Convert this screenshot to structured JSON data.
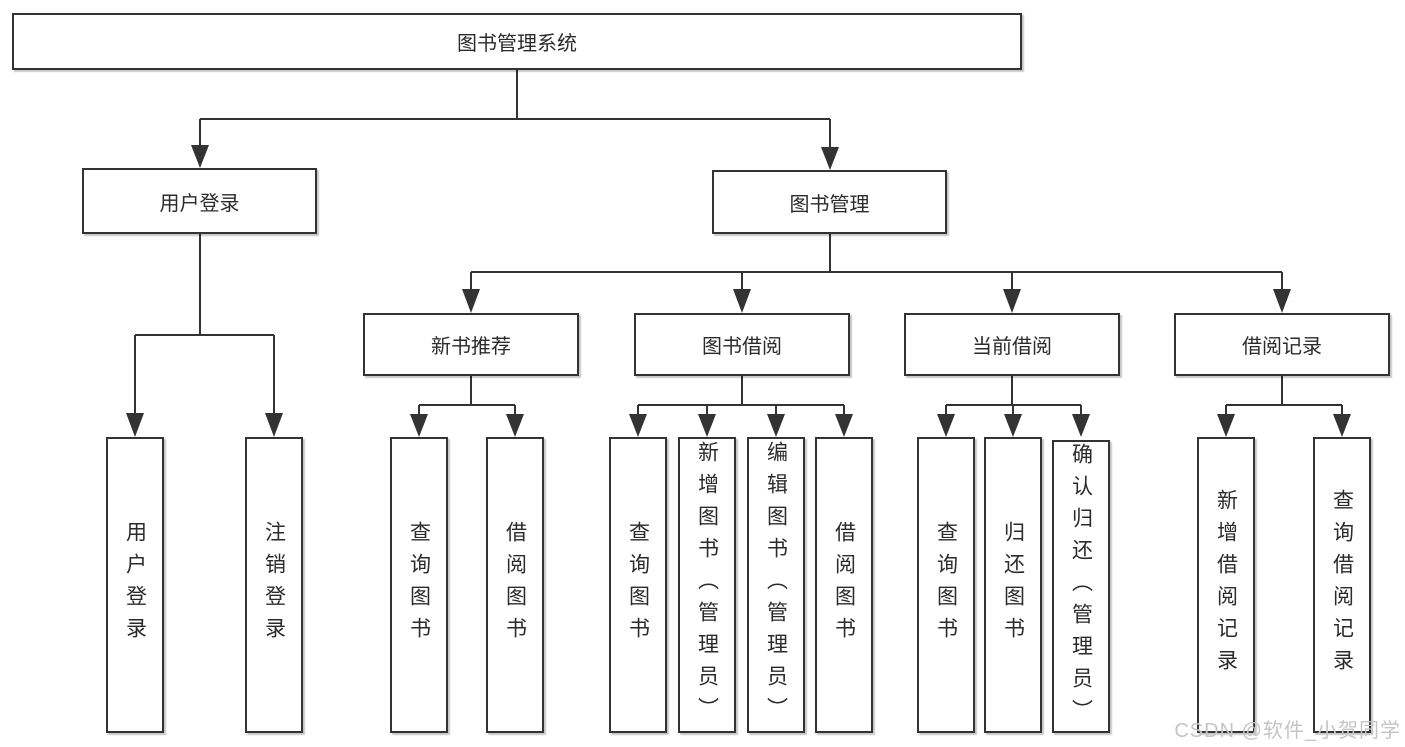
{
  "title": "图书管理系统",
  "watermark": "CSDN @软件_小贺同学",
  "colors": {
    "line": "#333333",
    "box_border": "#333333",
    "box_fill": "#ffffff",
    "text": "#2b2b2b",
    "watermark": "#c5c5c5",
    "background": "#ffffff"
  },
  "tree": {
    "label": "图书管理系统",
    "children": [
      {
        "label": "用户登录",
        "children": [
          {
            "label": "用户登录"
          },
          {
            "label": "注销登录"
          }
        ]
      },
      {
        "label": "图书管理",
        "children": [
          {
            "label": "新书推荐",
            "children": [
              {
                "label": "查询图书"
              },
              {
                "label": "借阅图书"
              }
            ]
          },
          {
            "label": "图书借阅",
            "children": [
              {
                "label": "查询图书"
              },
              {
                "label": "新增图书（管理员）"
              },
              {
                "label": "编辑图书（管理员）"
              },
              {
                "label": "借阅图书"
              }
            ]
          },
          {
            "label": "当前借阅",
            "children": [
              {
                "label": "查询图书"
              },
              {
                "label": "归还图书"
              },
              {
                "label": "确认归还（管理员）"
              }
            ]
          },
          {
            "label": "借阅记录",
            "children": [
              {
                "label": "新增借阅记录"
              },
              {
                "label": "查询借阅记录"
              }
            ]
          }
        ]
      }
    ]
  }
}
